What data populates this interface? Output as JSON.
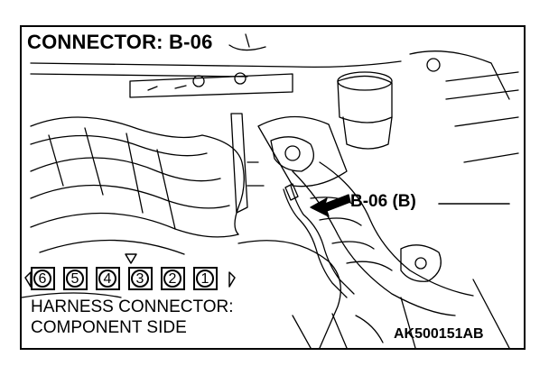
{
  "diagram": {
    "title": "CONNECTOR: B-06",
    "callout_label": "B-06 (B)",
    "harness_line1": "HARNESS CONNECTOR:",
    "harness_line2": "COMPONENT SIDE",
    "figure_code": "AK500151AB",
    "pins": [
      "6",
      "5",
      "4",
      "3",
      "2",
      "1"
    ]
  }
}
